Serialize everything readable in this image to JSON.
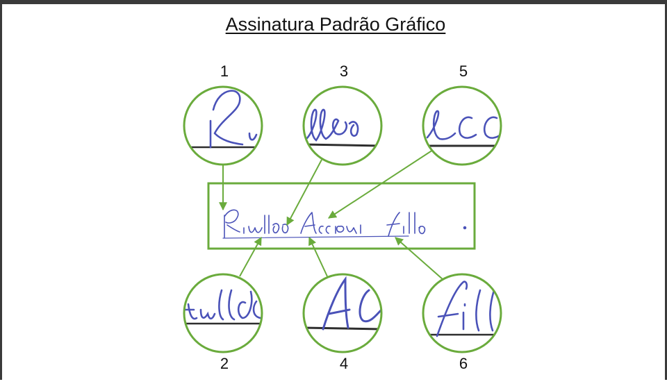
{
  "title": "Assinatura Padrão Gráfico",
  "labels": [
    "1",
    "2",
    "3",
    "4",
    "5",
    "6"
  ],
  "colors": {
    "frame": "#3a3a3a",
    "annotation_green": "#6aab3c",
    "ink_blue": "#4a52b8",
    "baseline": "#2e2e2e"
  }
}
